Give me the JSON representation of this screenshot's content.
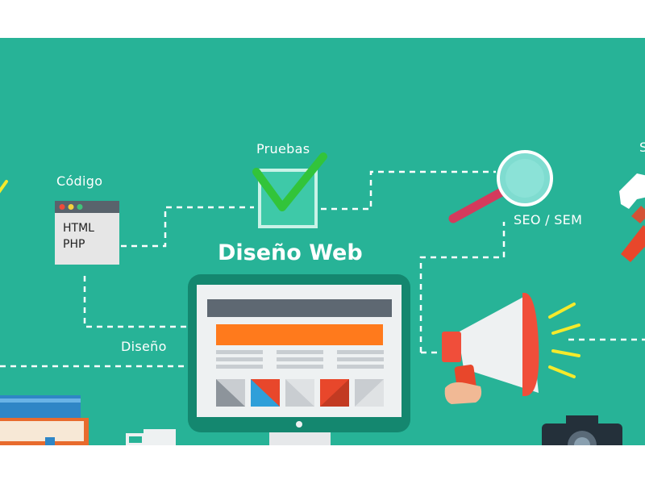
{
  "diagram": {
    "title": "Diseño Web",
    "labels": {
      "pruebas": "Pruebas",
      "codigo": "Código",
      "seo": "SEO / SEM",
      "diseno": "Diseño",
      "cut_right": "S"
    },
    "code_window": {
      "lines": [
        "HTML",
        "PHP"
      ]
    }
  },
  "colors": {
    "background": "#27b397",
    "accent_orange": "#ff7a1c",
    "accent_red": "#e8472b",
    "check_green": "#32c43a",
    "magnifier_handle": "#d43a5c",
    "megaphone_red": "#f04e3a",
    "rays_yellow": "#f5ea2b",
    "monitor_dark": "#14876f"
  },
  "icons": [
    "code-window-icon",
    "checkbox-check-icon",
    "magnifier-icon",
    "wrench-icon",
    "monitor-icon",
    "megaphone-icon",
    "books-icon",
    "camera-icon"
  ]
}
